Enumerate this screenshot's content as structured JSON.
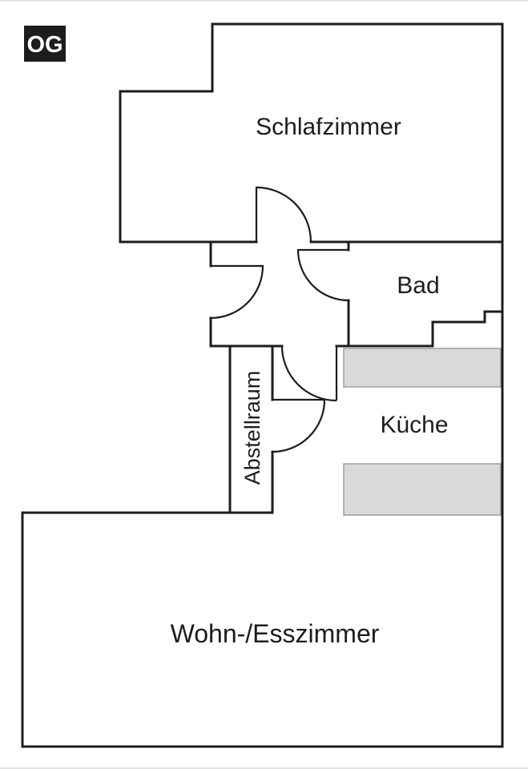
{
  "floor_label": "OG",
  "rooms": {
    "schlafzimmer": "Schlafzimmer",
    "bad": "Bad",
    "kueche": "Küche",
    "abstellraum": "Abstellraum",
    "wohn_esszimmer": "Wohn-/Esszimmer"
  },
  "colors": {
    "background": "#ffffff",
    "wall": "#1d1d1b",
    "door": "#1d1d1b",
    "text": "#1d1d1b",
    "counter_fill": "#d9d9d9",
    "counter_border": "#9d9d9c",
    "floor_label_bg": "#1d1d1b",
    "floor_label_text": "#ffffff"
  }
}
